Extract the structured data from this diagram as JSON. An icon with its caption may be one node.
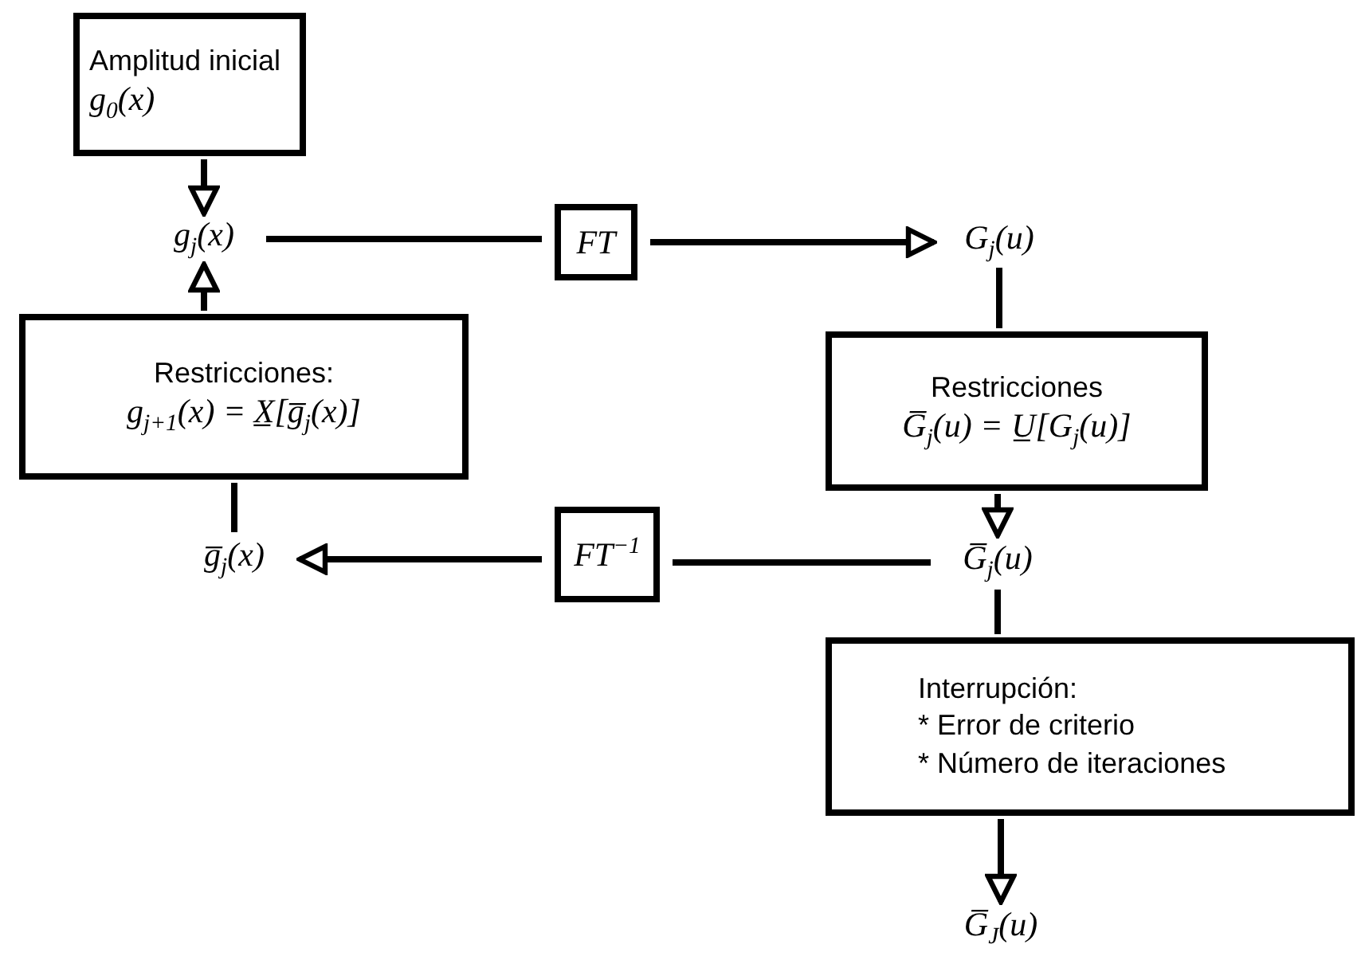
{
  "diagram": {
    "nodes": [
      {
        "text": [
          "Amplitud inicial",
          "g$_{0}$(x)"
        ]
      },
      {
        "text": [
          "g$_{j}$(x)"
        ]
      },
      {
        "text": [
          "FT"
        ]
      },
      {
        "text": [
          "G$_{j}$(u)"
        ]
      },
      {
        "text": [
          "Restricciones:",
          "g$_{j+1}$(x) = X̲[g̅$_{j}$(x)]"
        ]
      },
      {
        "text": [
          "Restricciones",
          "G̅$_{j}$(u) = U̲[G$_{j}$(u)]"
        ]
      },
      {
        "text": [
          "g̅$_{j}$(x)"
        ]
      },
      {
        "text": [
          "FT$^{−1}$"
        ]
      },
      {
        "text": [
          "G̅$_{j}$(u)"
        ]
      },
      {
        "text": [
          "Interrupción:",
          "* Error de criterio",
          "* Número de iteraciones"
        ]
      },
      {
        "text": [
          "G̅$_{J}$(u)"
        ]
      }
    ],
    "edges": [
      {
        "from": 0,
        "to": 1,
        "arrow": "to"
      },
      {
        "from": 4,
        "to": 1,
        "arrow": "to"
      },
      {
        "from": 1,
        "to": 2,
        "arrow": "none"
      },
      {
        "from": 2,
        "to": 3,
        "arrow": "to"
      },
      {
        "from": 3,
        "to": 5,
        "arrow": "none"
      },
      {
        "from": 5,
        "to": 8,
        "arrow": "to"
      },
      {
        "from": 8,
        "to": 9,
        "arrow": "none"
      },
      {
        "from": 9,
        "to": 10,
        "arrow": "to"
      },
      {
        "from": 8,
        "to": 7,
        "arrow": "none"
      },
      {
        "from": 7,
        "to": 6,
        "arrow": "to"
      },
      {
        "from": 6,
        "to": 4,
        "arrow": "none"
      }
    ]
  }
}
